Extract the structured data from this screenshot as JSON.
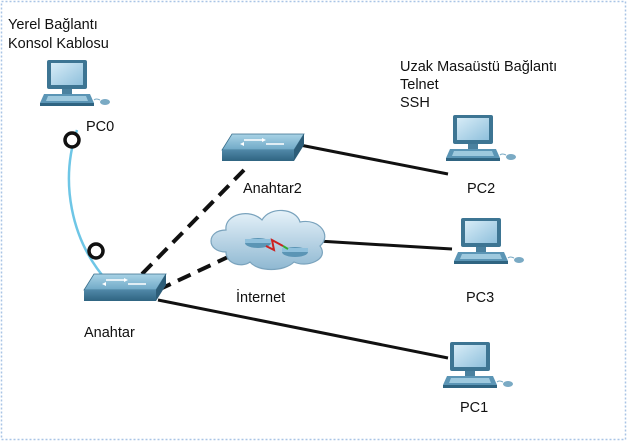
{
  "annotations": {
    "local_line1": "Yerel Bağlantı",
    "local_line2": "Konsol Kablosu",
    "remote_line1": "Uzak Masaüstü Bağlantı",
    "remote_line2": "Telnet",
    "remote_line3": "SSH"
  },
  "devices": {
    "pc0": "PC0",
    "pc1": "PC1",
    "pc2": "PC2",
    "pc3": "PC3",
    "switch_main": "Anahtar",
    "switch_2": "Anahtar2",
    "internet": "İnternet"
  },
  "colors": {
    "border": "#a9c4e6",
    "console_cable": "#6ec6e6",
    "link": "#111111",
    "device_body": "#5b95b5",
    "device_dark": "#3a6f8c",
    "device_light": "#9ec9de",
    "cloud_fill": "#bcd8e8",
    "wan_link": "#cc2222"
  },
  "icons": {
    "pc": "desktop-computer-icon",
    "switch": "network-switch-icon",
    "cloud": "internet-cloud-icon"
  }
}
